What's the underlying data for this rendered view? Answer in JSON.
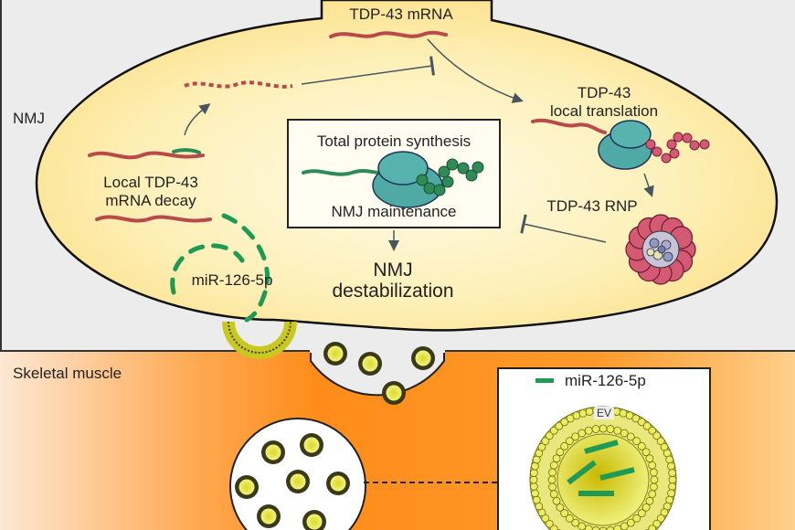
{
  "regions": {
    "nmj_label": "NMJ",
    "muscle_label": "Skeletal muscle"
  },
  "labels": {
    "tdp43_mrna": "TDP-43 mRNA",
    "local_decay_line1": "Local TDP-43",
    "local_decay_line2": "mRNA decay",
    "local_translation_line1": "TDP-43",
    "local_translation_line2": "local translation",
    "rnp": "TDP-43 RNP",
    "mirna": "miR-126-5p",
    "destab_line1": "NMJ",
    "destab_line2": "destabilization"
  },
  "synthesis_box": {
    "title": "Total protein synthesis",
    "subtitle": "NMJ maintenance"
  },
  "inset": {
    "legend_label": "miR-126-5p",
    "ev_label": "EV"
  },
  "colors": {
    "background": "#ececec",
    "nmj_fill": "#fde89a",
    "muscle_orange": "#ff8c1a",
    "mrna_red": "#b84a4a",
    "ribosome_teal": "#4fa9a4",
    "protein_green": "#2e8b57",
    "tdp43_pink": "#d45a74",
    "mirna_green": "#1f9a55",
    "vesicle_yellow": "#c8c81e"
  }
}
